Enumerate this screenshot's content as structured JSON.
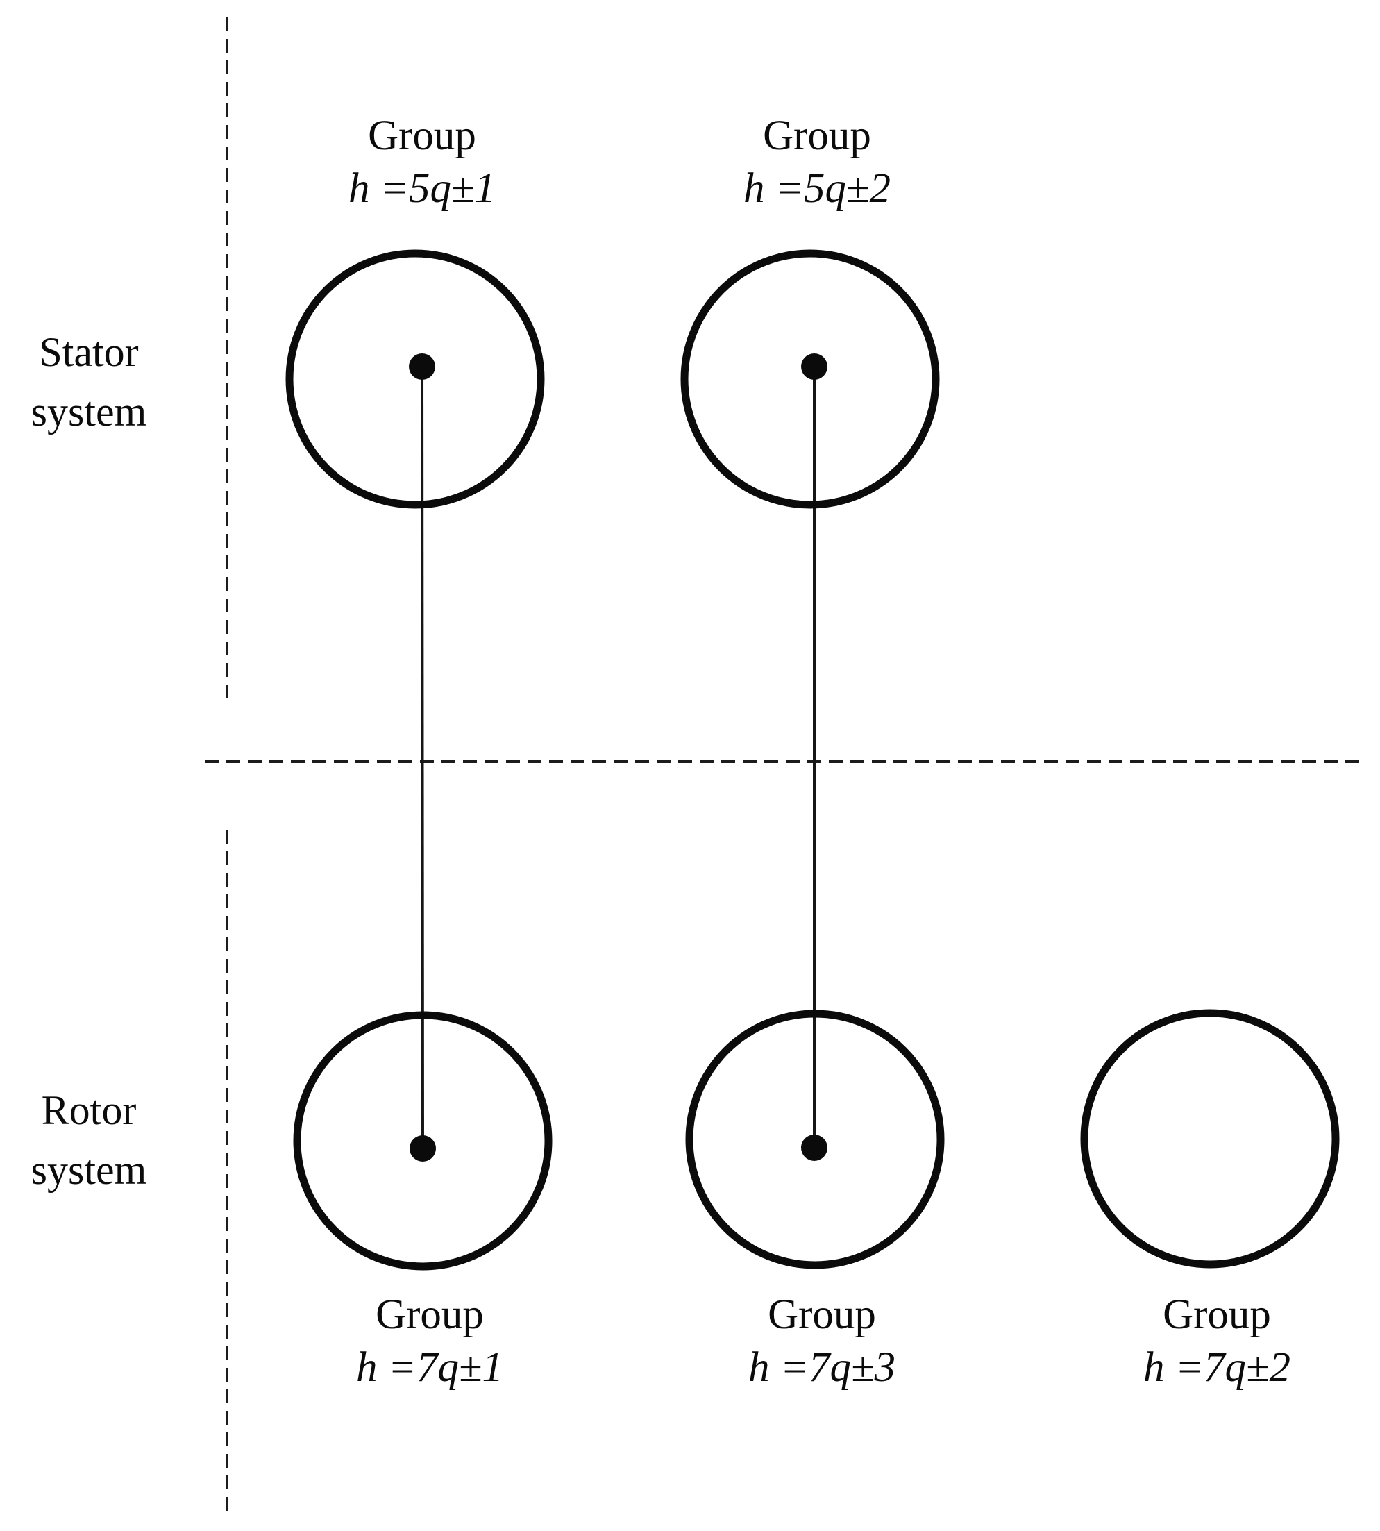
{
  "figure": {
    "title": "Stator and rotor harmonic group diagram",
    "colors": {
      "ink": "#0b0b0b",
      "background": "#ffffff"
    },
    "stator_label": {
      "line1": "Stator",
      "line2": "system"
    },
    "rotor_label": {
      "line1": "Rotor",
      "line2": "system"
    },
    "stator_groups": [
      {
        "title": "Group",
        "formula": "h =5q±1",
        "has_center_dot": true
      },
      {
        "title": "Group",
        "formula": "h =5q±2",
        "has_center_dot": true
      }
    ],
    "rotor_groups": [
      {
        "title": "Group",
        "formula": "h =7q±1",
        "has_center_dot": true
      },
      {
        "title": "Group",
        "formula": "h =7q±3",
        "has_center_dot": true
      },
      {
        "title": "Group",
        "formula": "h =7q±2",
        "has_center_dot": false
      }
    ],
    "connections": [
      {
        "from": "stator h =5q±1",
        "to": "rotor h =7q±1"
      },
      {
        "from": "stator h =5q±2",
        "to": "rotor h =7q±3"
      }
    ]
  }
}
